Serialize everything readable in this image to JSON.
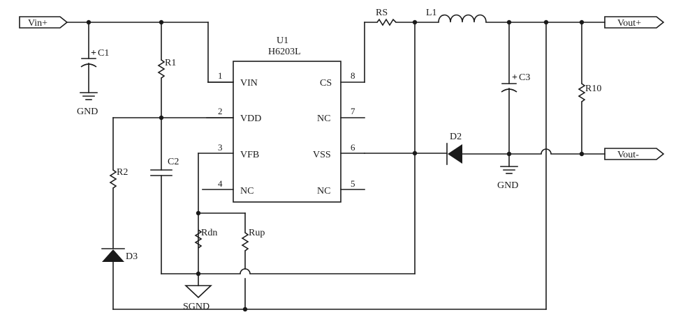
{
  "ports": {
    "vin_plus": "Vin+",
    "vout_plus": "Vout+",
    "vout_minus": "Vout-"
  },
  "ic": {
    "ref": "U1",
    "part": "H6203L",
    "pins": [
      {
        "num": "1",
        "name": "VIN"
      },
      {
        "num": "2",
        "name": "VDD"
      },
      {
        "num": "3",
        "name": "VFB"
      },
      {
        "num": "4",
        "name": "NC"
      },
      {
        "num": "5",
        "name": "NC"
      },
      {
        "num": "6",
        "name": "VSS"
      },
      {
        "num": "7",
        "name": "NC"
      },
      {
        "num": "8",
        "name": "CS"
      }
    ]
  },
  "components": {
    "c1": "C1",
    "c2": "C2",
    "c3": "C3",
    "r1": "R1",
    "r2": "R2",
    "r10": "R10",
    "rs": "RS",
    "l1": "L1",
    "d2": "D2",
    "d3": "D3",
    "rdn": "Rdn",
    "rup": "Rup"
  },
  "grounds": {
    "gnd_1": "GND",
    "gnd_2": "GND",
    "sgnd": "SGND"
  },
  "polarity": "+"
}
